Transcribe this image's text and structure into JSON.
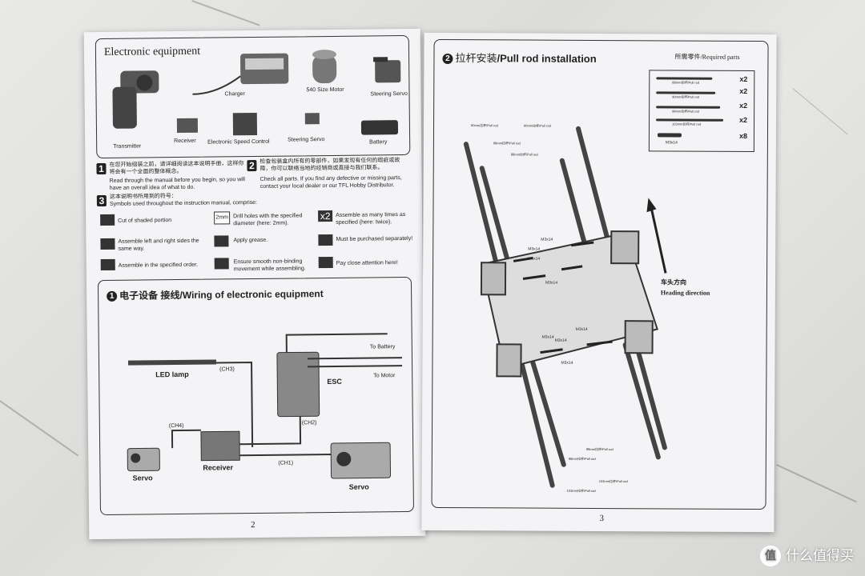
{
  "left_page": {
    "equipment_title": "Electronic equipment",
    "equipment_labels": {
      "transmitter": "Transmitter",
      "charger": "Charger",
      "motor": "540 Size Motor",
      "steering_servo_top": "Steering Servo",
      "receiver": "Receiver",
      "esc": "Electronic Speed Control",
      "steering_servo": "Steering Servo",
      "battery": "Battery"
    },
    "step1_cn": "在您开始组装之前，请详细阅读这本说明手册，这样你将会有一个全面的整体概念。",
    "step1_en": "Read through the manual before you begin, so you will have an overall idea of what to do.",
    "step2_cn": "检查包装盒内所有的零部件，如果发现有任何的瑕疵或故障，你可以联络当地的经销商或直接与我们联系。",
    "step2_en": "Check all parts. If you find any defective or missing parts, contact your local dealer or our TFL Hobby Distributor.",
    "step3_cn": "这本说明书所用到的符号：",
    "step3_en": "Symbols used throughout the instruction manual, comprise:",
    "symbols": [
      {
        "en": "Cut of shaded portion"
      },
      {
        "en": "Drill holes with the specified diameter (here: 2mm)."
      },
      {
        "en": "Assemble as many times as specified (here: twice)."
      },
      {
        "en": "Assemble left and right sides the same way."
      },
      {
        "en": "Apply grease."
      },
      {
        "en": "Must be purchased separately!"
      },
      {
        "en": "Assemble in the specified order."
      },
      {
        "en": "Ensure smooth non-binding movement while assembling."
      },
      {
        "en": "Pay close attention here!"
      }
    ],
    "symbol_x2": "x2",
    "symbol_2mm": "2mm",
    "wiring_num": "1",
    "wiring_cn": "电子设备 接线",
    "wiring_en": "/Wiring of electronic equipment",
    "wiring_labels": {
      "led": "LED lamp",
      "ch3": "(CH3)",
      "to_battery": "To Battery",
      "esc": "ESC",
      "to_motor": "To Motor",
      "ch2": "(CH2)",
      "ch4": "(CH4)",
      "servo_left": "Servo",
      "receiver": "Receiver",
      "ch1": "(CH1)",
      "servo_right": "Servo"
    },
    "page_number": "2"
  },
  "right_page": {
    "step_num": "2",
    "title_cn": "拉杆安装",
    "title_en": "/Pull rod installation",
    "required_parts": "所需零件/Required parts",
    "parts": [
      {
        "label": "88mm拉杆/Pull rod",
        "qty": "x2"
      },
      {
        "label": "90mm拉杆/Pull rod",
        "qty": "x2"
      },
      {
        "label": "98mm拉杆/Pull rod",
        "qty": "x2"
      },
      {
        "label": "103mm拉杆/Pull rod",
        "qty": "x2"
      },
      {
        "label": "M3x14",
        "qty": "x8"
      }
    ],
    "heading_cn": "车头方向",
    "heading_en": "Heading direction",
    "callouts": {
      "rod90_a": "90mm拉杆/Pull rod",
      "rod90_b": "90mm拉杆/Pull rod",
      "rod98_a": "98mm拉杆/Pull rod",
      "rod88_a": "88mm拉杆/Pull rod",
      "m3_1": "M3x14",
      "m3_2": "M3x14",
      "m3_3": "M3x14",
      "m3_4": "M3x14",
      "m3_5": "M3x14",
      "m3_6": "M3x14",
      "m3_7": "M3x14",
      "m3_8": "M3x14",
      "rod98_b": "98mm拉杆/Pull rod",
      "rod88_b": "88mm拉杆/Pull rod",
      "rod103_a": "103mm拉杆/Pull rod",
      "rod103_b": "103mm拉杆/Pull rod"
    },
    "page_number": "3"
  },
  "watermark": "什么值得买",
  "watermark_logo": "值"
}
